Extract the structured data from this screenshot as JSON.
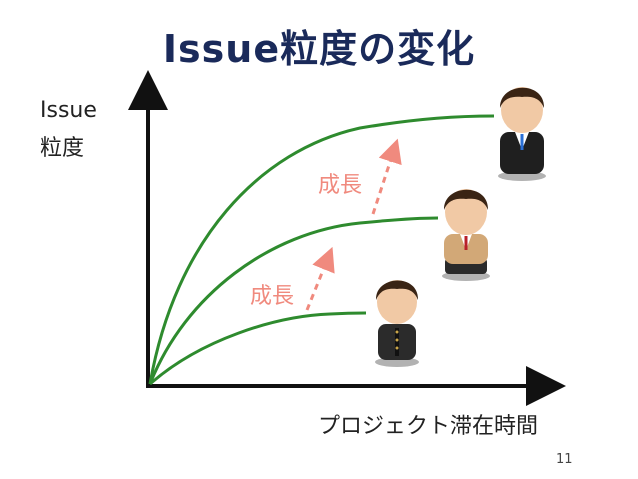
{
  "slide": {
    "title": "Issue粒度の変化",
    "y_axis_label_line1": "Issue",
    "y_axis_label_line2": "粒度",
    "x_axis_label": "プロジェクト滞在時間",
    "page_number": "11"
  },
  "annotations": [
    {
      "label": "成長"
    },
    {
      "label": "成長"
    }
  ],
  "colors": {
    "title": "#1a2a5a",
    "curve": "#2e8b2e",
    "growth_arrow": "#f08a7e",
    "axis": "#111111"
  },
  "characters": [
    {
      "name": "student-uniform",
      "icon": "person-black-uniform-icon"
    },
    {
      "name": "student-blazer",
      "icon": "person-beige-blazer-icon"
    },
    {
      "name": "business-suit",
      "icon": "person-black-suit-icon"
    }
  ]
}
